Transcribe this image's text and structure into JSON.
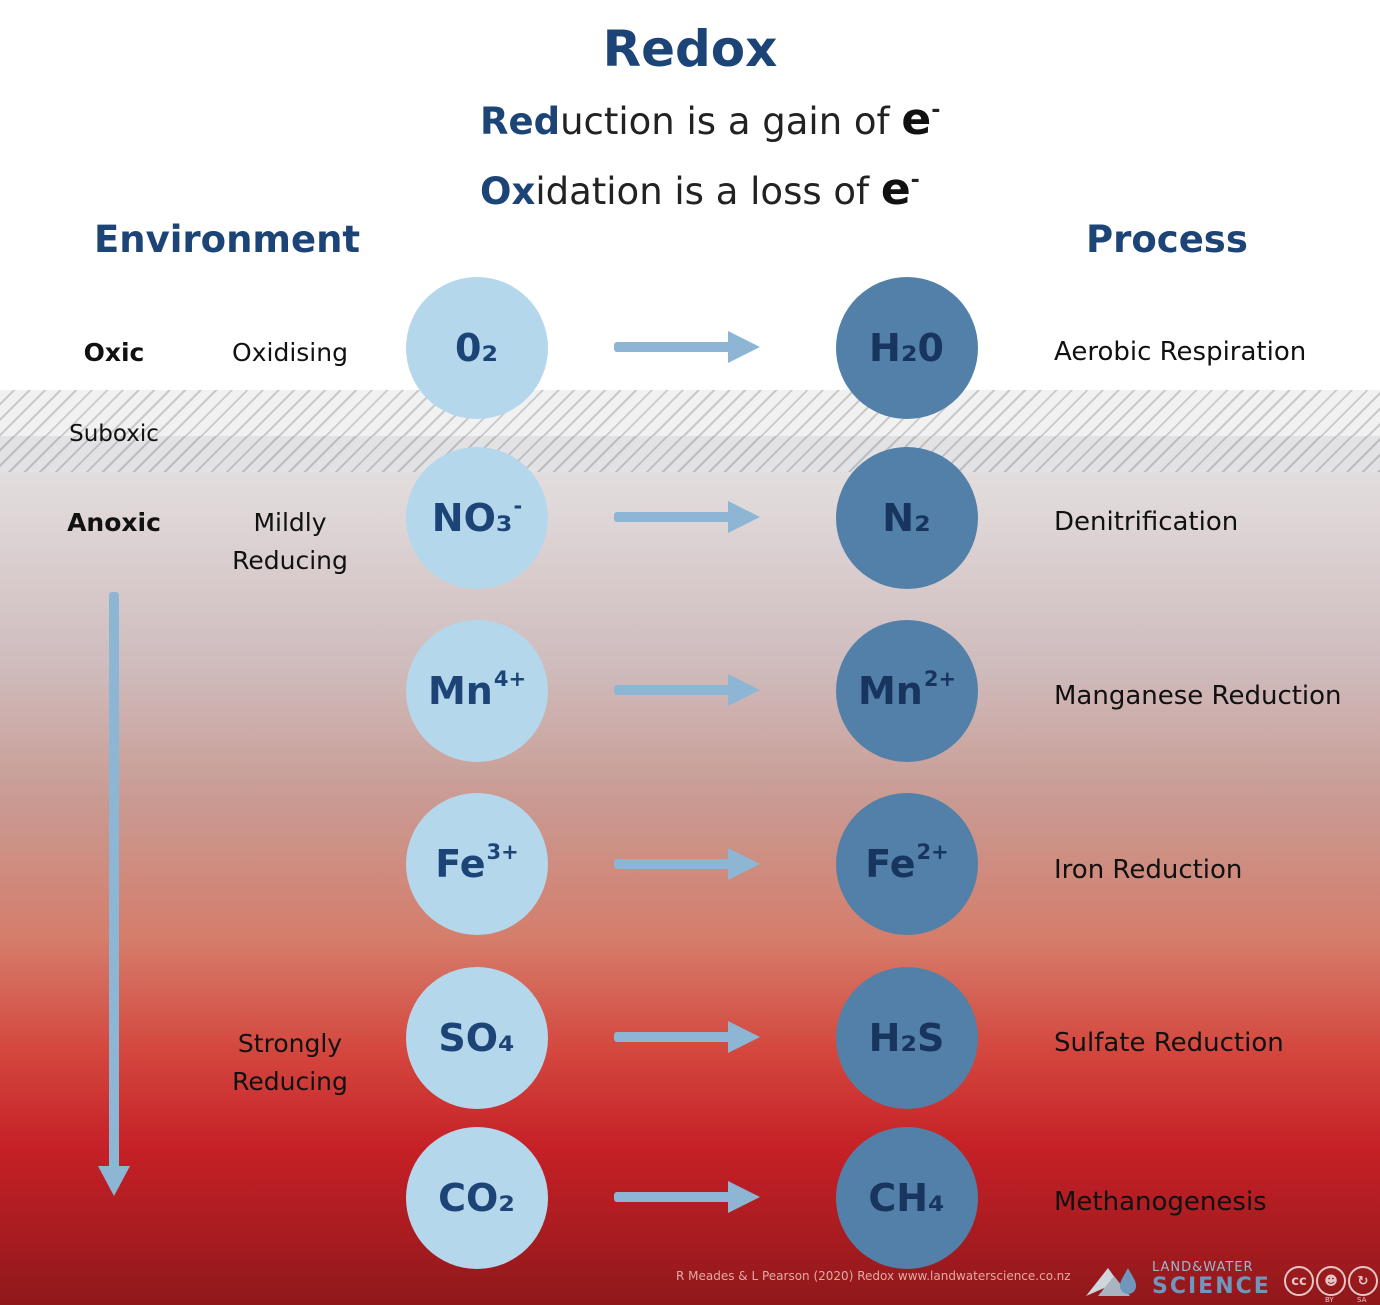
{
  "title": "Redox",
  "definitions": {
    "reduction": {
      "highlight": "Red",
      "rest": "uction is a gain of ",
      "e": "e",
      "sup": "-"
    },
    "oxidation": {
      "highlight": "Ox",
      "rest": "idation is a loss of ",
      "e": "e",
      "sup": "-"
    }
  },
  "headers": {
    "environment": "Environment",
    "process": "Process"
  },
  "environment": {
    "oxic": "Oxic",
    "suboxic": "Suboxic",
    "anoxic": "Anoxic",
    "oxidising": "Oxidising",
    "mildly_reducing": [
      "Mildly",
      "Reducing"
    ],
    "strongly_reducing": [
      "Strongly",
      "Reducing"
    ]
  },
  "rows": [
    {
      "reactant": {
        "base": "0₂",
        "sup": ""
      },
      "product": {
        "base": "H₂0",
        "sup": ""
      },
      "process": "Aerobic Respiration"
    },
    {
      "reactant": {
        "base": "NO₃",
        "sup": "-"
      },
      "product": {
        "base": "N₂",
        "sup": ""
      },
      "process": "Denitrification"
    },
    {
      "reactant": {
        "base": "Mn",
        "sup": "4+"
      },
      "product": {
        "base": "Mn",
        "sup": "2+"
      },
      "process": "Manganese Reduction"
    },
    {
      "reactant": {
        "base": "Fe",
        "sup": "3+"
      },
      "product": {
        "base": "Fe",
        "sup": "2+"
      },
      "process": "Iron Reduction"
    },
    {
      "reactant": {
        "base": "SO₄",
        "sup": ""
      },
      "product": {
        "base": "H₂S",
        "sup": ""
      },
      "process": "Sulfate Reduction"
    },
    {
      "reactant": {
        "base": "CO₂",
        "sup": ""
      },
      "product": {
        "base": "CH₄",
        "sup": ""
      },
      "process": "Methanogenesis"
    }
  ],
  "footer": {
    "credit": "R Meades & L Pearson (2020) Redox www.landwaterscience.co.nz",
    "logo_top": "LAND&WATER",
    "logo_bottom": "SCIENCE",
    "license": [
      "cc",
      "BY",
      "SA"
    ]
  },
  "colors": {
    "title": "#1d4476",
    "circle_light": "#b4d7ec",
    "circle_dark": "#5280a8",
    "arrow": "#8db6d5"
  }
}
